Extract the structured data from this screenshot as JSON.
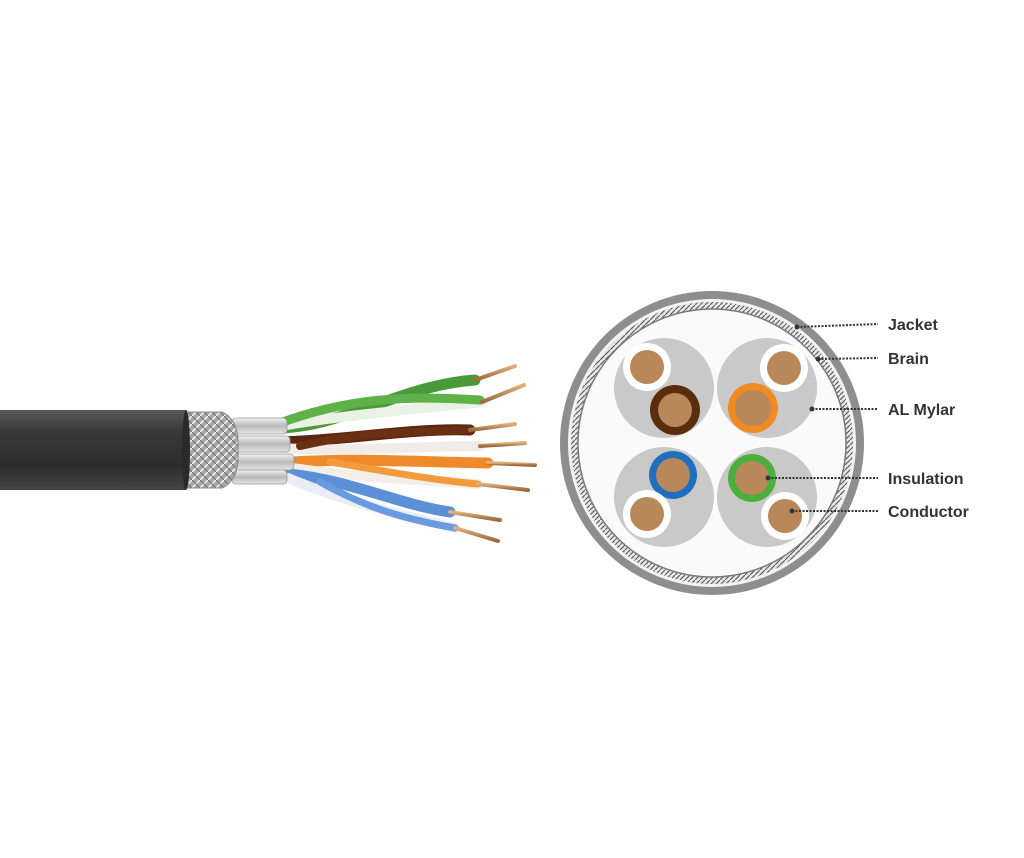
{
  "diagram": {
    "callouts": [
      {
        "id": "jacket",
        "label": "Jacket"
      },
      {
        "id": "braid",
        "label": "Brain"
      },
      {
        "id": "foil",
        "label": "AL Mylar"
      },
      {
        "id": "insulation",
        "label": "Insulation"
      },
      {
        "id": "conductor",
        "label": "Conductor"
      }
    ],
    "pairs": [
      {
        "position": "top-left",
        "color_name": "brown",
        "insulation_color": "#5a2d0c"
      },
      {
        "position": "top-right",
        "color_name": "orange",
        "insulation_color": "#f08a24"
      },
      {
        "position": "bottom-left",
        "color_name": "blue",
        "insulation_color": "#1f6fbf"
      },
      {
        "position": "bottom-right",
        "color_name": "green",
        "insulation_color": "#4cae3d"
      }
    ],
    "colors": {
      "jacket": "#8a8a8a",
      "braid": "#9a9a9a",
      "foil": "#c9c9c9",
      "copper": "#b8875a",
      "cable_jacket": "#3b3b3b",
      "label_text": "#333333"
    }
  }
}
